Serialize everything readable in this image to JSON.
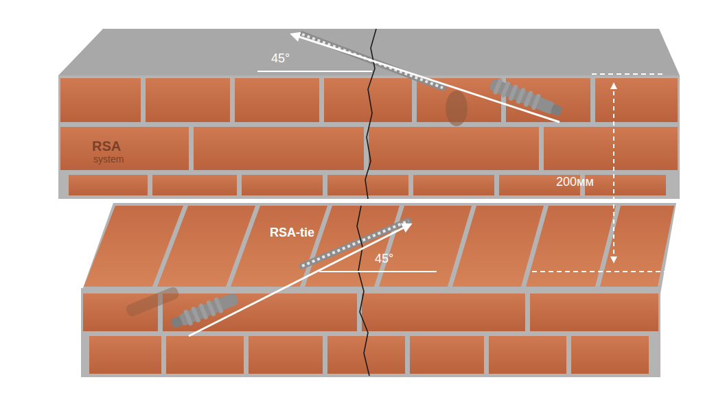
{
  "diagram": {
    "labels": [
      "45°",
      "RSA",
      "system",
      "200мм",
      "RSA-tie",
      "45°"
    ]
  }
}
